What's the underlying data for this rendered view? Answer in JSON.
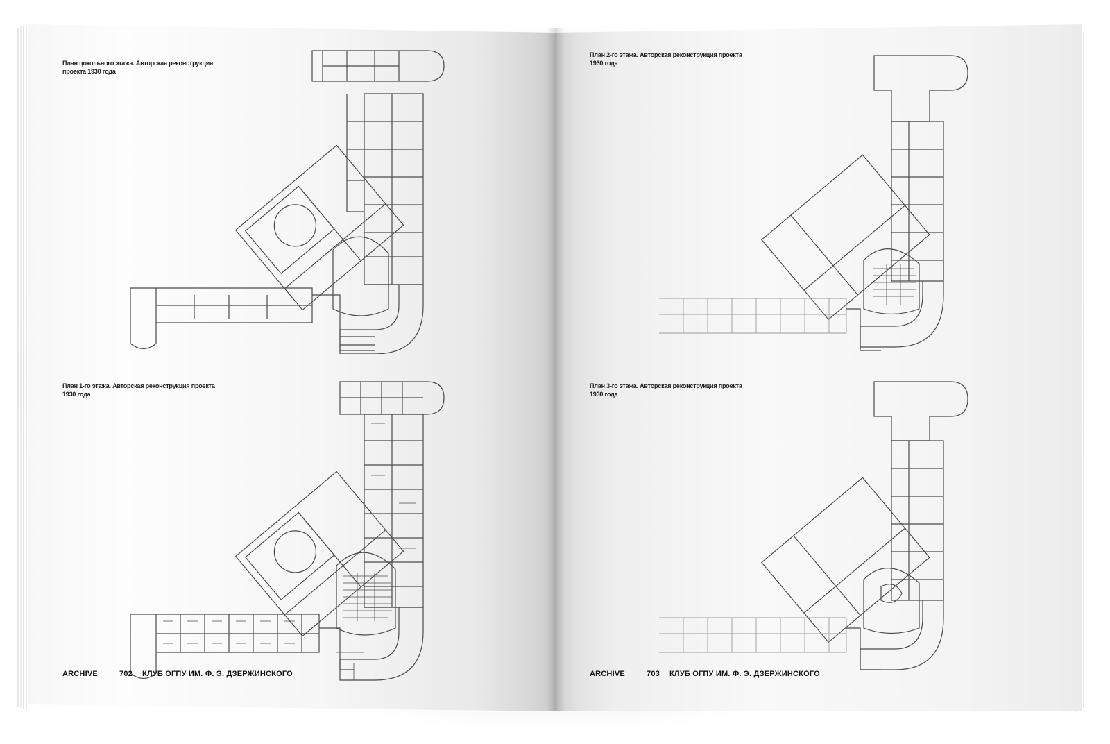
{
  "spread": {
    "left_page": {
      "captions": {
        "top": "План цокольного этажа. Авторская реконструкция проекта 1930 года",
        "bottom": "План 1-го этажа. Авторская реконструкция проекта 1930 года"
      },
      "footer": {
        "section": "ARCHIVE",
        "page_number": "702",
        "title": "КЛУБ ОГПУ ИМ. Ф. Э. ДЗЕРЖИНСКОГО"
      }
    },
    "right_page": {
      "captions": {
        "top": "План 2-го этажа. Авторская реконструкция проекта 1930 года",
        "bottom": "План 3-го этажа. Авторская реконструкция проекта 1930 года"
      },
      "footer": {
        "section": "ARCHIVE",
        "page_number": "703",
        "title": "КЛУБ ОГПУ ИМ. Ф. Э. ДЗЕРЖИНСКОГО"
      }
    }
  }
}
